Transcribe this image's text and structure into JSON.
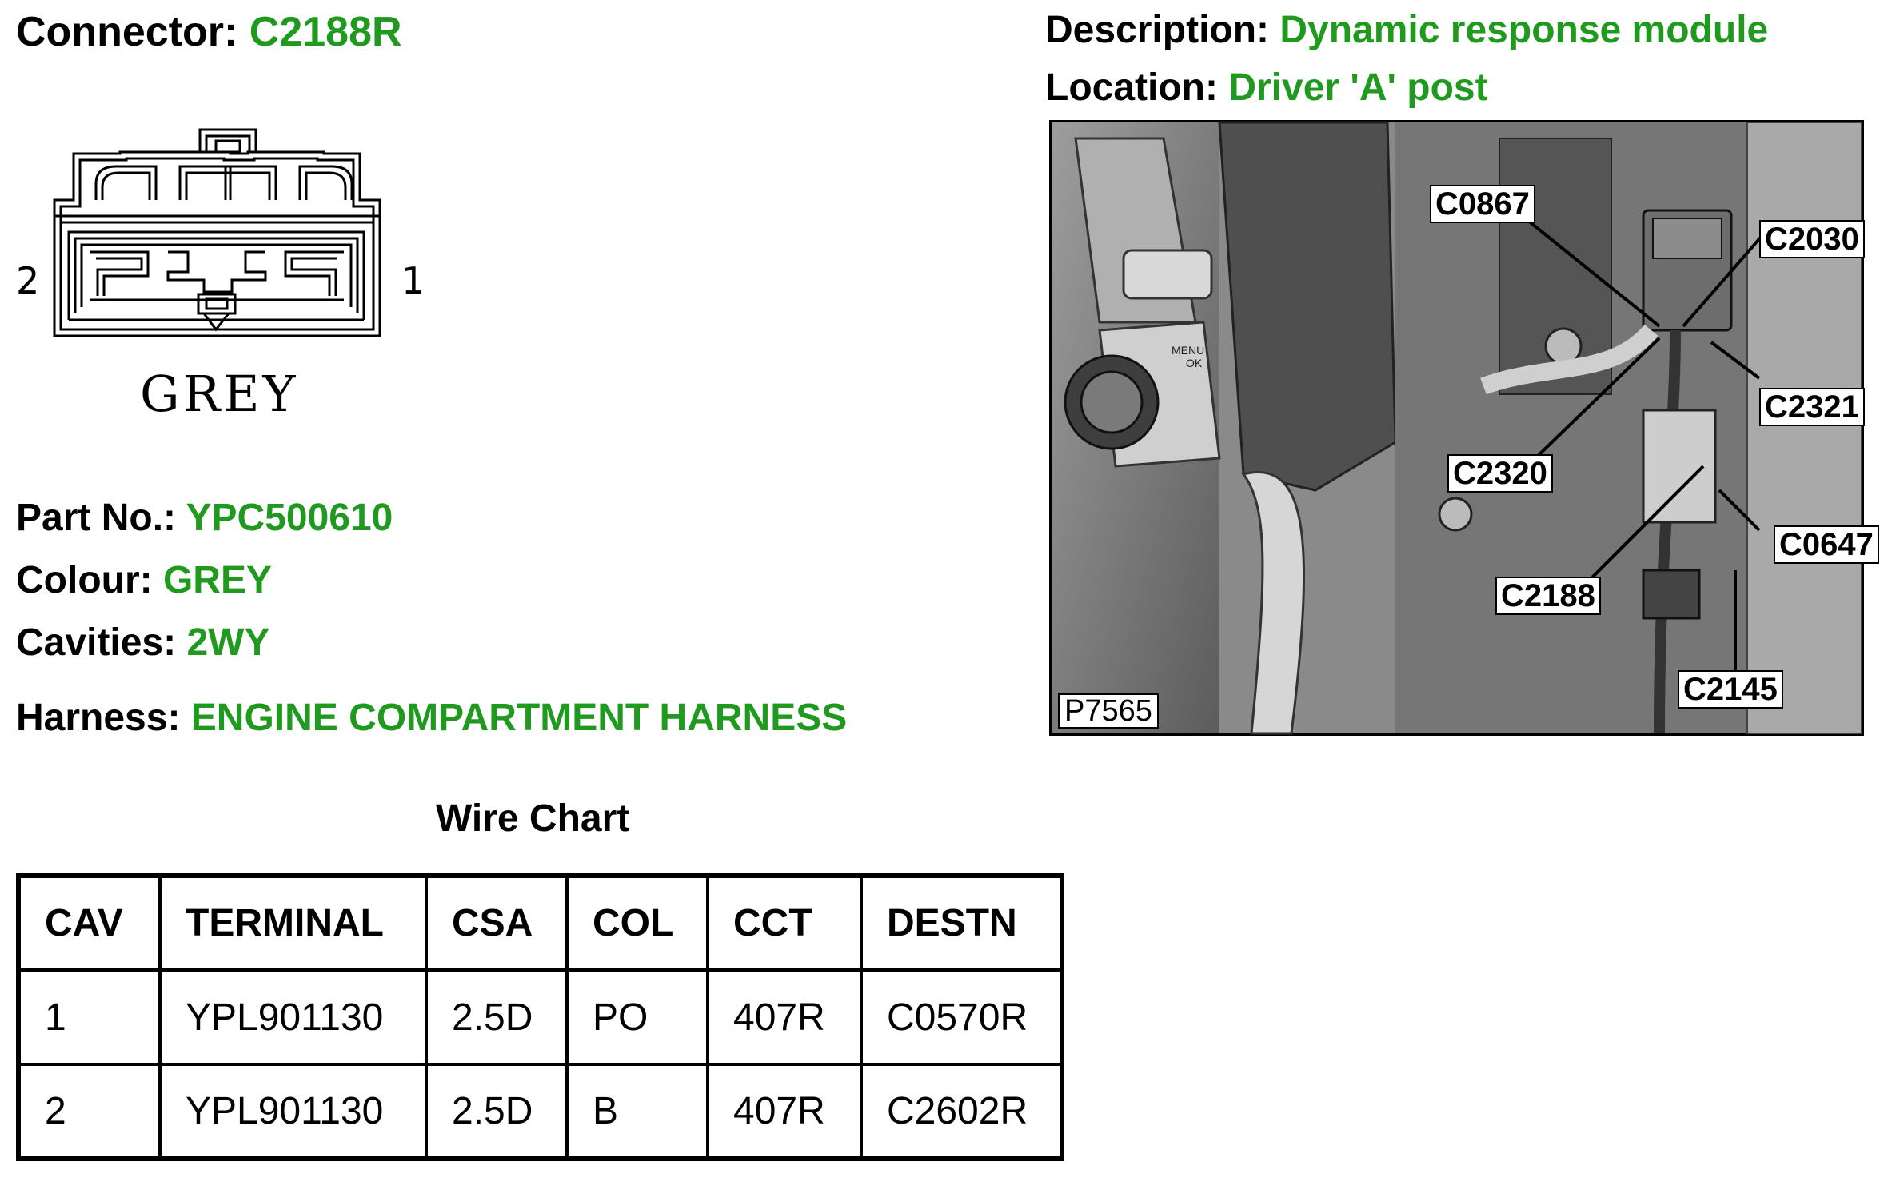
{
  "connector": {
    "label": "Connector:",
    "value": "C2188R"
  },
  "description": {
    "label": "Description:",
    "value": "Dynamic response module"
  },
  "location": {
    "label": "Location:",
    "value": "Driver 'A' post"
  },
  "diagram": {
    "colour_label": "GREY",
    "pin_left": "2",
    "pin_right": "1"
  },
  "part_no": {
    "label": "Part No.:",
    "value": "YPC500610"
  },
  "colour": {
    "label": "Colour:",
    "value": "GREY"
  },
  "cavities": {
    "label": "Cavities:",
    "value": "2WY"
  },
  "harness": {
    "label": "Harness:",
    "value": "ENGINE COMPARTMENT HARNESS"
  },
  "wire_chart": {
    "title": "Wire Chart",
    "columns": [
      "CAV",
      "TERMINAL",
      "CSA",
      "COL",
      "CCT",
      "DESTN"
    ],
    "rows": [
      [
        "1",
        "YPL901130",
        "2.5D",
        "PO",
        "407R",
        "C0570R"
      ],
      [
        "2",
        "YPL901130",
        "2.5D",
        "B",
        "407R",
        "C2602R"
      ]
    ]
  },
  "photo": {
    "ref": "P7565",
    "callouts": [
      "C0867",
      "C2030",
      "C2321",
      "C2320",
      "C0647",
      "C2188",
      "C2145"
    ],
    "panel_text": [
      "MENU",
      "OK"
    ]
  },
  "colors": {
    "accent_green": "#1f9a1f",
    "text": "#000000"
  }
}
